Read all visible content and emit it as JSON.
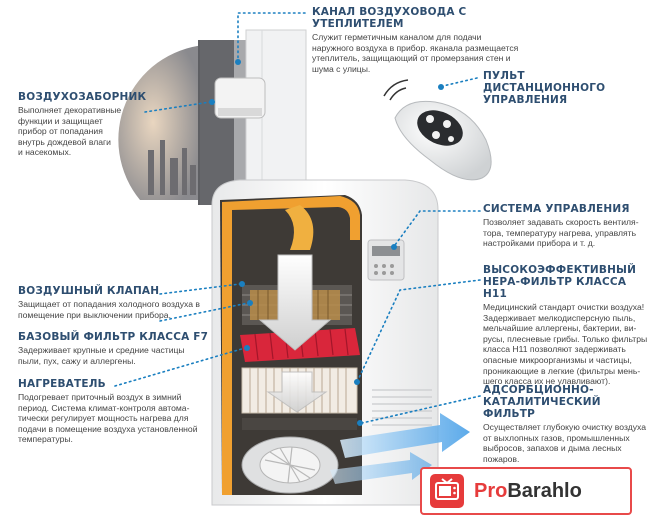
{
  "labels": {
    "channel": {
      "title": "КАНАЛ ВОЗДУХОВОДА С УТЕПЛИТЕЛЕМ",
      "lines": [
        "Служит герметичным каналом для подачи",
        "наружного воздуха в прибор. яканала размещается",
        "утеплитель, защищающий от промерзания стен и",
        "шума с улицы."
      ]
    },
    "intake": {
      "title": "ВОЗДУХОЗАБОРНИК",
      "lines": [
        "Выполняет декоративные",
        "функции и защищает",
        "прибор от попадания",
        "внутрь дождевой влаги",
        "и насекомых."
      ]
    },
    "remote": {
      "title_lines": [
        "ПУЛЬТ ДИСТАНЦИОННОГО",
        "УПРАВЛЕНИЯ"
      ]
    },
    "control": {
      "title": "СИСТЕМА УПРАВЛЕНИЯ",
      "lines": [
        "Позволяет задавать скорость вентиля-",
        "тора, температуру нагрева, управлять",
        "настройками прибора и т. д."
      ]
    },
    "valve": {
      "title": "ВОЗДУШНЫЙ КЛАПАН",
      "lines": [
        "Защищает от попадания холодного воздуха в",
        "помещение при выключении прибора."
      ]
    },
    "hepa": {
      "title_lines": [
        "ВЫСОКОЭФФЕКТИВНЫЙ",
        "НЕРА-ФИЛЬТР КЛАССА Н11"
      ],
      "lines": [
        "Медицинский стандарт очистки воздуха!",
        "Задерживает мелкодисперсную пыль,",
        "мельчайшие аллергены, бактерии, ви-",
        "русы, плесневые грибы. Только фильтры",
        "класса Н11 позволяют задерживать",
        "опасные микроорганизмы и частицы,",
        "проникающие в легкие (фильтры мень-",
        "шего класса их не улавливают)."
      ]
    },
    "basic": {
      "title": "БАЗОВЫЙ ФИЛЬТР КЛАССА F7",
      "lines": [
        "Задерживает крупные и средние частицы",
        "пыли, пух, сажу и аллергены."
      ]
    },
    "heater": {
      "title": "НАГРЕВАТЕЛЬ",
      "lines": [
        "Подогревает приточный воздух в зимний",
        "период. Система климат-контроля автома-",
        "тически регулирует мощность нагрева для",
        "подачи в помещение воздуха установленной",
        "температуры."
      ]
    },
    "adsorb": {
      "title_lines": [
        "АДСОРБЦИОННО-",
        "КАТАЛИТИЧЕСКИЙ ФИЛЬТР"
      ],
      "lines": [
        "Осуществляет глубокую очистку воздуха",
        "от выхлопных газов, промышленных",
        "выбросов, запахов и дыма лесных",
        "пожаров."
      ]
    }
  },
  "watermark": {
    "part1": "Pro",
    "part2": "Barahlo"
  },
  "colors": {
    "title": "#2e4e70",
    "dots": "#1a7fc0",
    "orange": "#f0a030",
    "red": "#e63b3b",
    "blue_arrow": "#5aaef0"
  }
}
